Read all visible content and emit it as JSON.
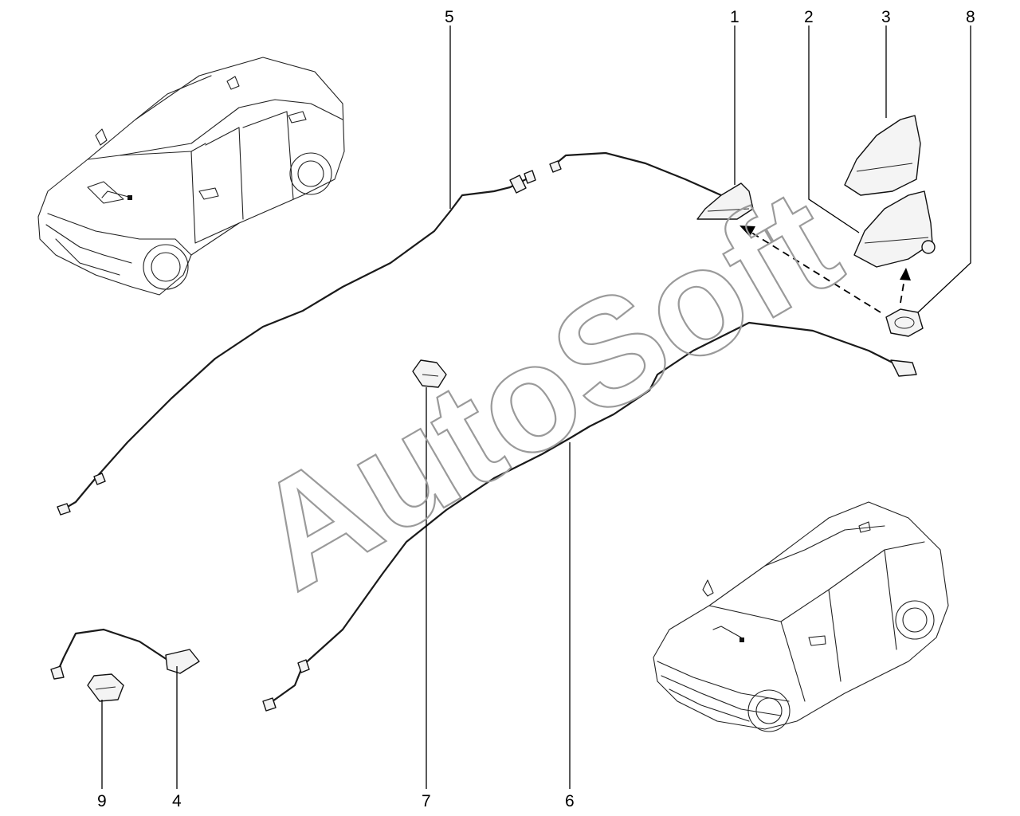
{
  "watermark": {
    "text": "AutoSoft"
  },
  "callouts": [
    {
      "id": "1",
      "text": "1"
    },
    {
      "id": "2",
      "text": "2"
    },
    {
      "id": "3",
      "text": "3"
    },
    {
      "id": "4",
      "text": "4"
    },
    {
      "id": "5",
      "text": "5"
    },
    {
      "id": "6",
      "text": "6"
    },
    {
      "id": "7",
      "text": "7"
    },
    {
      "id": "8",
      "text": "8"
    },
    {
      "id": "9",
      "text": "9"
    }
  ],
  "colors": {
    "ink": "#000000",
    "watermark": "#9a9a9a",
    "background": "#ffffff"
  }
}
